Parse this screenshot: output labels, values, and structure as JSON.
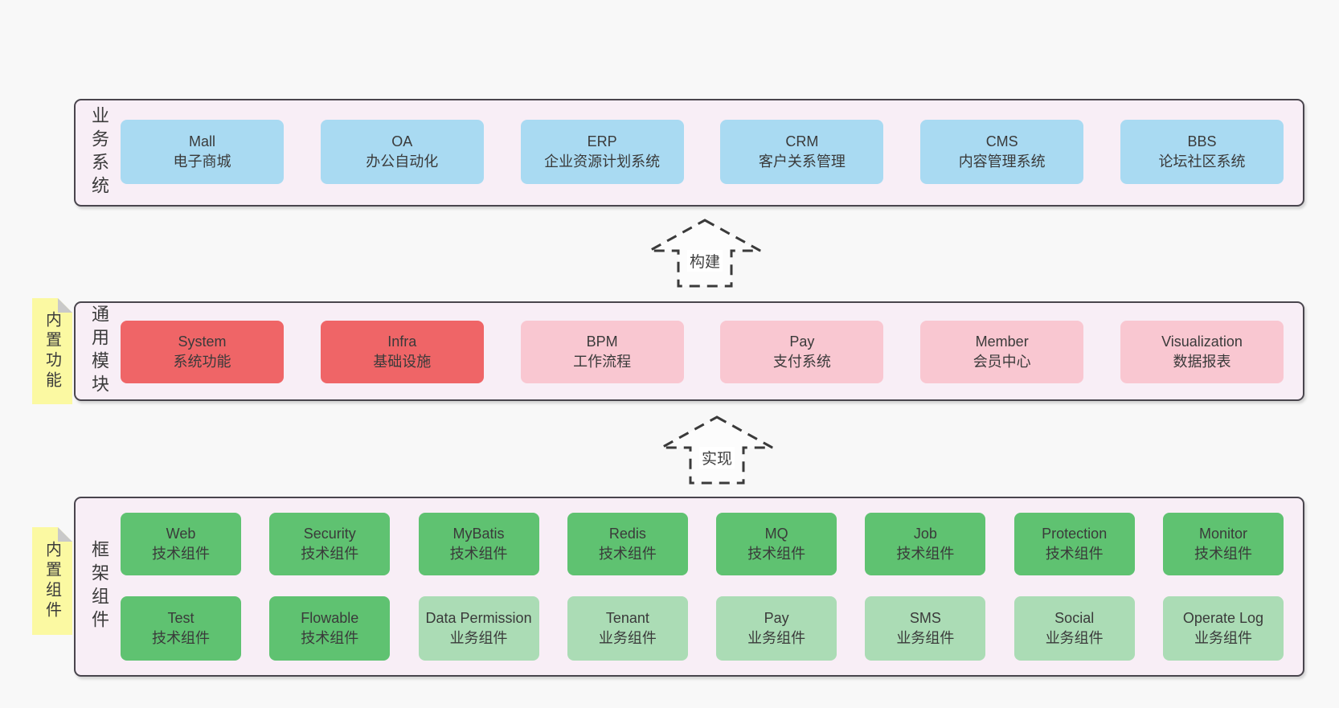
{
  "colors": {
    "page_bg": "#f8f8f8",
    "band_bg": "#f8eef6",
    "band_border": "#49454d",
    "blue": "#a9daf2",
    "red": "#ef6567",
    "pink": "#f9c7d1",
    "green": "#5fc271",
    "light_green": "#abdcb5",
    "sticky_yellow": "#fbf9a2",
    "text": "#3b3b3b"
  },
  "diagram": {
    "bands": [
      {
        "label": "业务系统",
        "boxes": [
          {
            "title": "Mall",
            "subtitle": "电子商城",
            "variant": "blue"
          },
          {
            "title": "OA",
            "subtitle": "办公自动化",
            "variant": "blue"
          },
          {
            "title": "ERP",
            "subtitle": "企业资源计划系统",
            "variant": "blue"
          },
          {
            "title": "CRM",
            "subtitle": "客户关系管理",
            "variant": "blue"
          },
          {
            "title": "CMS",
            "subtitle": "内容管理系统",
            "variant": "blue"
          },
          {
            "title": "BBS",
            "subtitle": "论坛社区系统",
            "variant": "blue"
          }
        ]
      },
      {
        "label": "通用模块",
        "sticky": "内置功能",
        "boxes": [
          {
            "title": "System",
            "subtitle": "系统功能",
            "variant": "red"
          },
          {
            "title": "Infra",
            "subtitle": "基础设施",
            "variant": "red"
          },
          {
            "title": "BPM",
            "subtitle": "工作流程",
            "variant": "pink"
          },
          {
            "title": "Pay",
            "subtitle": "支付系统",
            "variant": "pink"
          },
          {
            "title": "Member",
            "subtitle": "会员中心",
            "variant": "pink"
          },
          {
            "title": "Visualization",
            "subtitle": "数据报表",
            "variant": "pink"
          }
        ]
      },
      {
        "label": "框架组件",
        "sticky": "内置组件",
        "rows": [
          [
            {
              "title": "Web",
              "subtitle": "技术组件",
              "variant": "green"
            },
            {
              "title": "Security",
              "subtitle": "技术组件",
              "variant": "green"
            },
            {
              "title": "MyBatis",
              "subtitle": "技术组件",
              "variant": "green"
            },
            {
              "title": "Redis",
              "subtitle": "技术组件",
              "variant": "green"
            },
            {
              "title": "MQ",
              "subtitle": "技术组件",
              "variant": "green"
            },
            {
              "title": "Job",
              "subtitle": "技术组件",
              "variant": "green"
            },
            {
              "title": "Protection",
              "subtitle": "技术组件",
              "variant": "green"
            },
            {
              "title": "Monitor",
              "subtitle": "技术组件",
              "variant": "green"
            }
          ],
          [
            {
              "title": "Test",
              "subtitle": "技术组件",
              "variant": "green"
            },
            {
              "title": "Flowable",
              "subtitle": "技术组件",
              "variant": "green"
            },
            {
              "title": "Data Permission",
              "subtitle": "业务组件",
              "variant": "light_green"
            },
            {
              "title": "Tenant",
              "subtitle": "业务组件",
              "variant": "light_green"
            },
            {
              "title": "Pay",
              "subtitle": "业务组件",
              "variant": "light_green"
            },
            {
              "title": "SMS",
              "subtitle": "业务组件",
              "variant": "light_green"
            },
            {
              "title": "Social",
              "subtitle": "业务组件",
              "variant": "light_green"
            },
            {
              "title": "Operate Log",
              "subtitle": "业务组件",
              "variant": "light_green"
            }
          ]
        ]
      }
    ],
    "arrows": [
      {
        "label": "构建"
      },
      {
        "label": "实现"
      }
    ]
  }
}
